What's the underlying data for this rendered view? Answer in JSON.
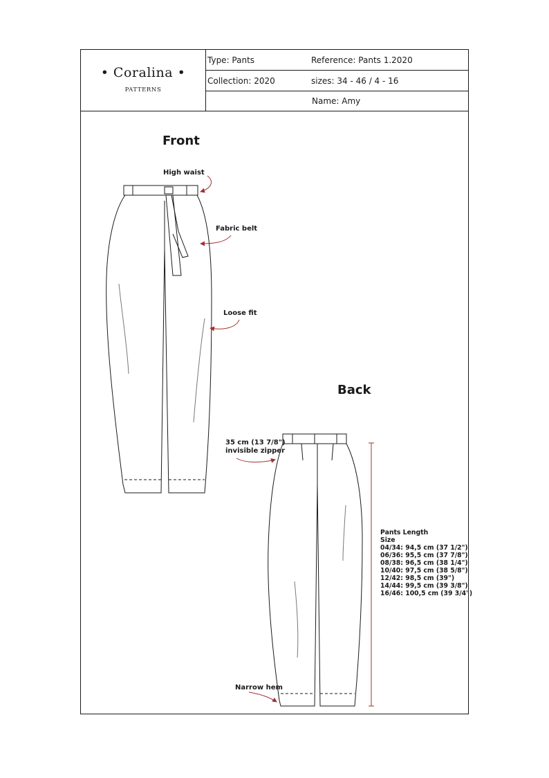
{
  "header": {
    "brand": "• Coralina •",
    "brand_sub": "PATTERNS",
    "type": "Type: Pants",
    "reference": "Reference: Pants 1.2020",
    "collection": "Collection: 2020",
    "sizes": "sizes: 34 - 46 / 4 - 16",
    "name": "Name: Amy"
  },
  "front": {
    "title": "Front",
    "labels": {
      "high_waist": "High waist",
      "fabric_belt": "Fabric belt",
      "loose_fit": "Loose fit"
    }
  },
  "back": {
    "title": "Back",
    "labels": {
      "zipper_line1": "35 cm (13 7/8\")",
      "zipper_line2": "invisible zipper",
      "narrow_hem": "Narrow hem"
    },
    "length_table": {
      "heading": "Pants Length",
      "subheading": "Size",
      "rows": [
        "04/34: 94,5 cm (37 1/2\")",
        "06/36: 95,5 cm (37 7/8\")",
        "08/38: 96,5 cm (38 1/4\")",
        "10/40: 97,5 cm (38 5/8\")",
        "12/42: 98,5 cm (39\")",
        "14/44: 99,5 cm (39 3/8\")",
        "16/46: 100,5 cm (39 3/4\")"
      ]
    }
  },
  "colors": {
    "line": "#1a1a1a",
    "accent": "#a0322e"
  }
}
